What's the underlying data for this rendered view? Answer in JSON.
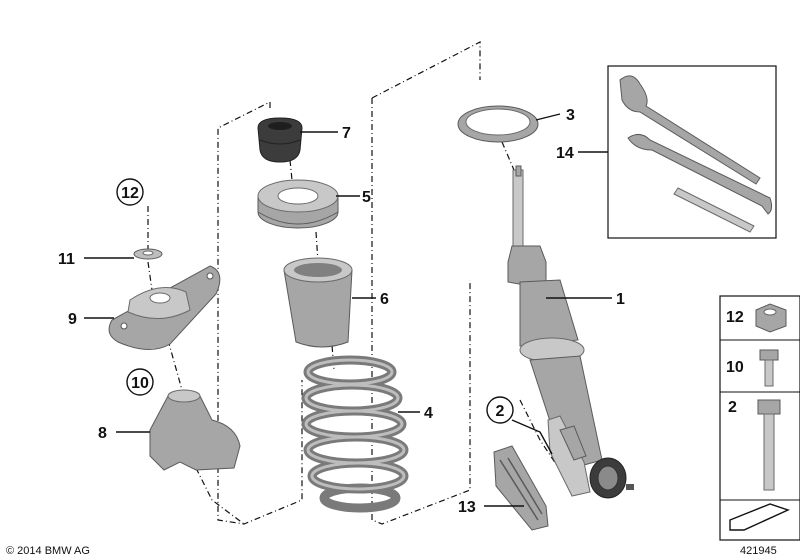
{
  "callouts": {
    "c1": "1",
    "c2": "2",
    "c3": "3",
    "c4": "4",
    "c5": "5",
    "c6": "6",
    "c7": "7",
    "c8": "8",
    "c9": "9",
    "c10": "10",
    "c11": "11",
    "c12": "12",
    "c13": "13",
    "c14": "14"
  },
  "legend": {
    "item_12": "12",
    "item_10": "10",
    "item_2": "2"
  },
  "footer": {
    "copyright": "© 2014 BMW AG",
    "diagram_number": "421945"
  },
  "colors": {
    "part_fill": "#a6a6a6",
    "part_stroke": "#5a5a5a",
    "line": "#111111"
  }
}
